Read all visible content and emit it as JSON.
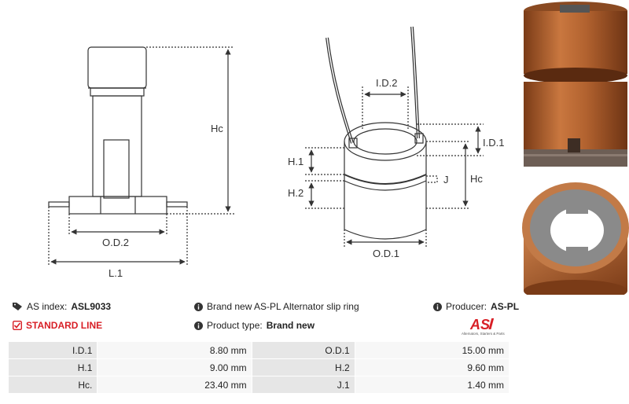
{
  "drawing_labels": {
    "hc_left": "Hc",
    "od2": "O.D.2",
    "l1": "L.1",
    "id2": "I.D.2",
    "id1": "I.D.1",
    "h1": "H.1",
    "h2": "H.2",
    "j": "J",
    "hc_right": "Hc",
    "od1": "O.D.1"
  },
  "info": {
    "as_index_label": "AS index:",
    "as_index_value": "ASL9033",
    "description": "Brand new AS-PL Alternator slip ring",
    "producer_label": "Producer:",
    "producer_value": "AS-PL",
    "line_label": "STANDARD LINE",
    "product_type_label": "Product type:",
    "product_type_value": "Brand new"
  },
  "logo": {
    "mark": "AS",
    "tagline": "Alternators, Starters & Parts",
    "color": "#d81f26"
  },
  "specs": [
    [
      "I.D.1",
      "8.80 mm",
      "O.D.1",
      "15.00 mm"
    ],
    [
      "H.1",
      "9.00 mm",
      "H.2",
      "9.60 mm"
    ],
    [
      "Hc.",
      "23.40 mm",
      "J.1",
      "1.40 mm"
    ]
  ],
  "icons": [
    "tag-icon",
    "info-icon",
    "checkbox-icon"
  ]
}
